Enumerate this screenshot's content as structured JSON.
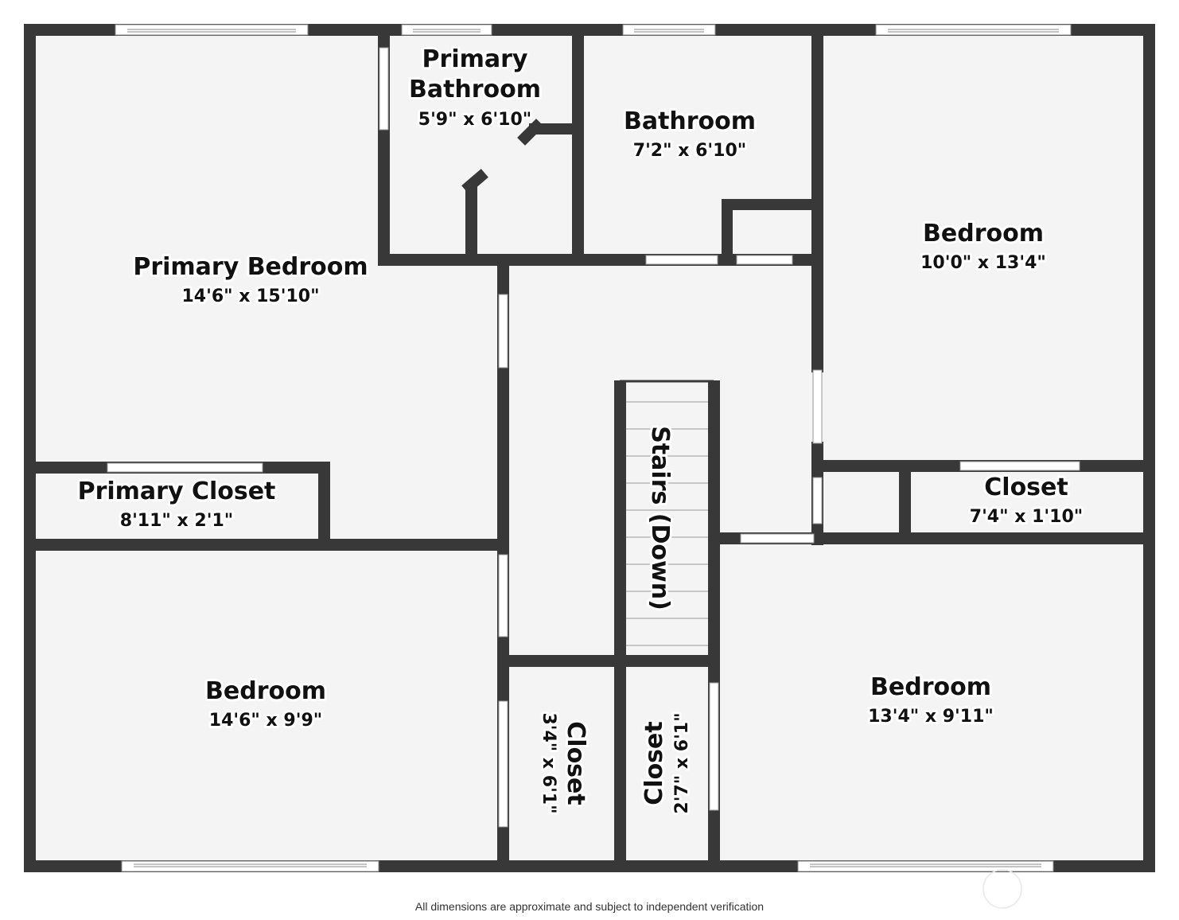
{
  "rooms": {
    "primary_bedroom": {
      "name": "Primary Bedroom",
      "dims": "14'6\" x 15'10\""
    },
    "primary_bathroom": {
      "name_line1": "Primary",
      "name_line2": "Bathroom",
      "dims": "5'9\" x 6'10\""
    },
    "bathroom": {
      "name": "Bathroom",
      "dims": "7'2\" x 6'10\""
    },
    "bedroom_ne": {
      "name": "Bedroom",
      "dims": "10'0\" x 13'4\""
    },
    "primary_closet": {
      "name": "Primary Closet",
      "dims": "8'11\" x 2'1\""
    },
    "closet_east": {
      "name": "Closet",
      "dims": "7'4\" x 1'10\""
    },
    "stairs": {
      "name": "Stairs (Down)"
    },
    "bedroom_sw": {
      "name": "Bedroom",
      "dims": "14'6\" x 9'9\""
    },
    "closet_mid1": {
      "name": "Closet",
      "dims": "3'4\" x 6'1\""
    },
    "closet_mid2": {
      "name": "Closet",
      "dims": "2'7\" x 6'1\""
    },
    "bedroom_se": {
      "name": "Bedroom",
      "dims": "13'4\" x 9'11\""
    }
  },
  "disclaimer": "All dimensions are approximate and subject to independent verification",
  "colors": {
    "wall": "#383838",
    "floor": "#f4f4f4",
    "background": "#ffffff"
  }
}
